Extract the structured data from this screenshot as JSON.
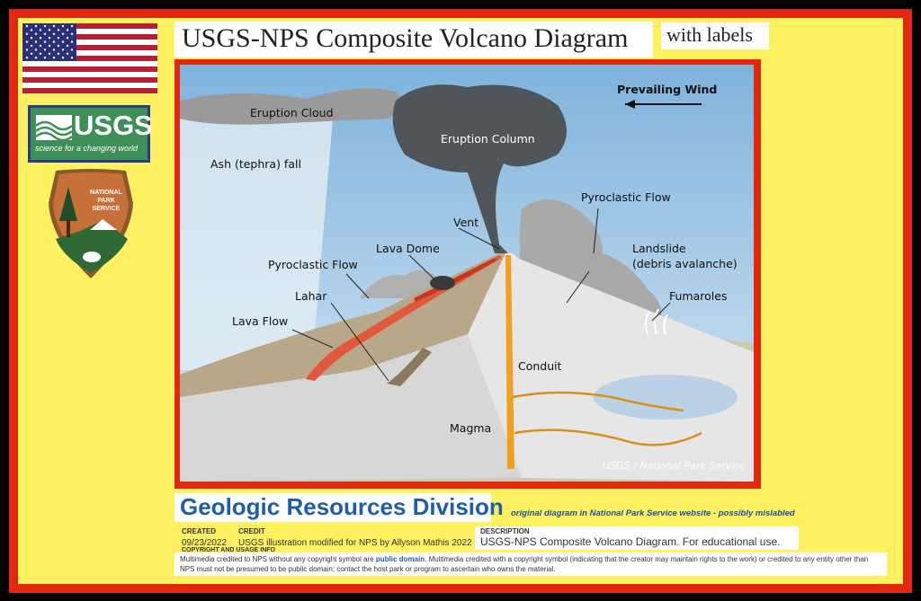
{
  "header": {
    "title": "USGS-NPS Composite Volcano Diagram",
    "subtitle": "with labels"
  },
  "logos": {
    "usgs": "USGS",
    "usgs_tagline": "science for a changing world",
    "nps": "NATIONAL PARK SERVICE"
  },
  "diagram": {
    "labels": {
      "prevailing_wind": "Prevailing Wind",
      "eruption_cloud": "Eruption Cloud",
      "eruption_column": "Eruption Column",
      "ash_fall": "Ash (tephra) fall",
      "pyroclastic_flow_right": "Pyroclastic Flow",
      "vent": "Vent",
      "lava_dome": "Lava Dome",
      "landslide": "Landslide",
      "landslide_sub": "(debris avalanche)",
      "pyroclastic_flow_left": "Pyroclastic Flow",
      "fumaroles": "Fumaroles",
      "lahar": "Lahar",
      "lava_flow": "Lava Flow",
      "conduit": "Conduit",
      "magma": "Magma"
    },
    "credit": "USGS / National Park Service"
  },
  "footer": {
    "division": "Geologic Resources Division",
    "note": "original diagram in National Park Service website - possibly mislabled",
    "created_label": "CREATED",
    "created": "09/23/2022",
    "credit_label": "CREDIT",
    "credit": "USGS illustration modified for NPS by Allyson Mathis 2022",
    "description_label": "DESCRIPTION",
    "description": "USGS-NPS Composite Volcano Diagram. For educational use.",
    "copyright_label": "COPYRIGHT AND USAGE INFO",
    "copyright_1": "Multimedia credited to NPS without any copyright symbol are",
    "public_domain": "public domain",
    "copyright_2": ". Multimedia credited with a copyright symbol (indicating that the creator may maintain rights to the work) or credited to any entity other than NPS must not be presumed to be public domain; contact the host park or program to ascertain who owns the material."
  }
}
